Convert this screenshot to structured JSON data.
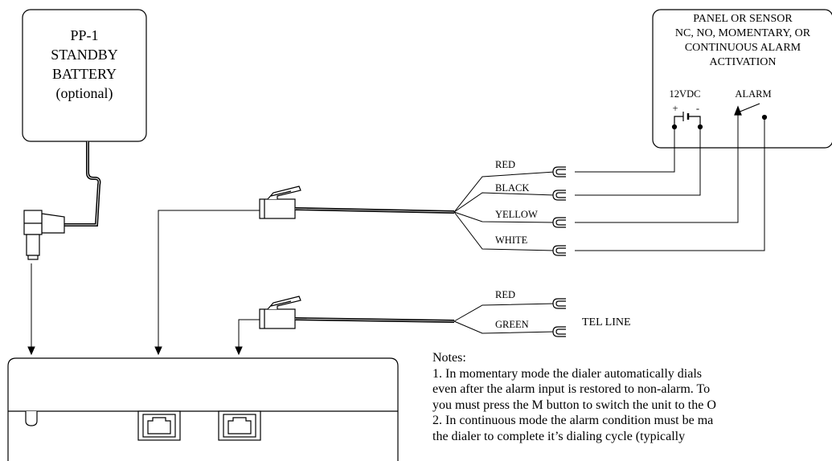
{
  "battery": {
    "lines": [
      "PP-1",
      "STANDBY",
      "BATTERY",
      "(optional)"
    ]
  },
  "panel": {
    "lines": [
      "PANEL OR SENSOR",
      "NC, NO, MOMENTARY, OR",
      "CONTINUOUS ALARM",
      "ACTIVATION"
    ],
    "power_label": "12VDC",
    "alarm_label": "ALARM",
    "plus": "+",
    "minus": "-"
  },
  "alarm_cable": {
    "wires": [
      "RED",
      "BLACK",
      "YELLOW",
      "WHITE"
    ]
  },
  "tel_cable": {
    "wires": [
      "RED",
      "GREEN"
    ],
    "line_label": "TEL LINE"
  },
  "notes": {
    "heading": "Notes:",
    "lines": [
      "1. In momentary mode the dialer automatically dials",
      "even after the alarm input is restored to non-alarm. To",
      "you must press the M button to switch the unit to the O",
      "2. In continuous mode the alarm condition must be ma",
      "the dialer to complete it’s dialing cycle (typically"
    ]
  }
}
